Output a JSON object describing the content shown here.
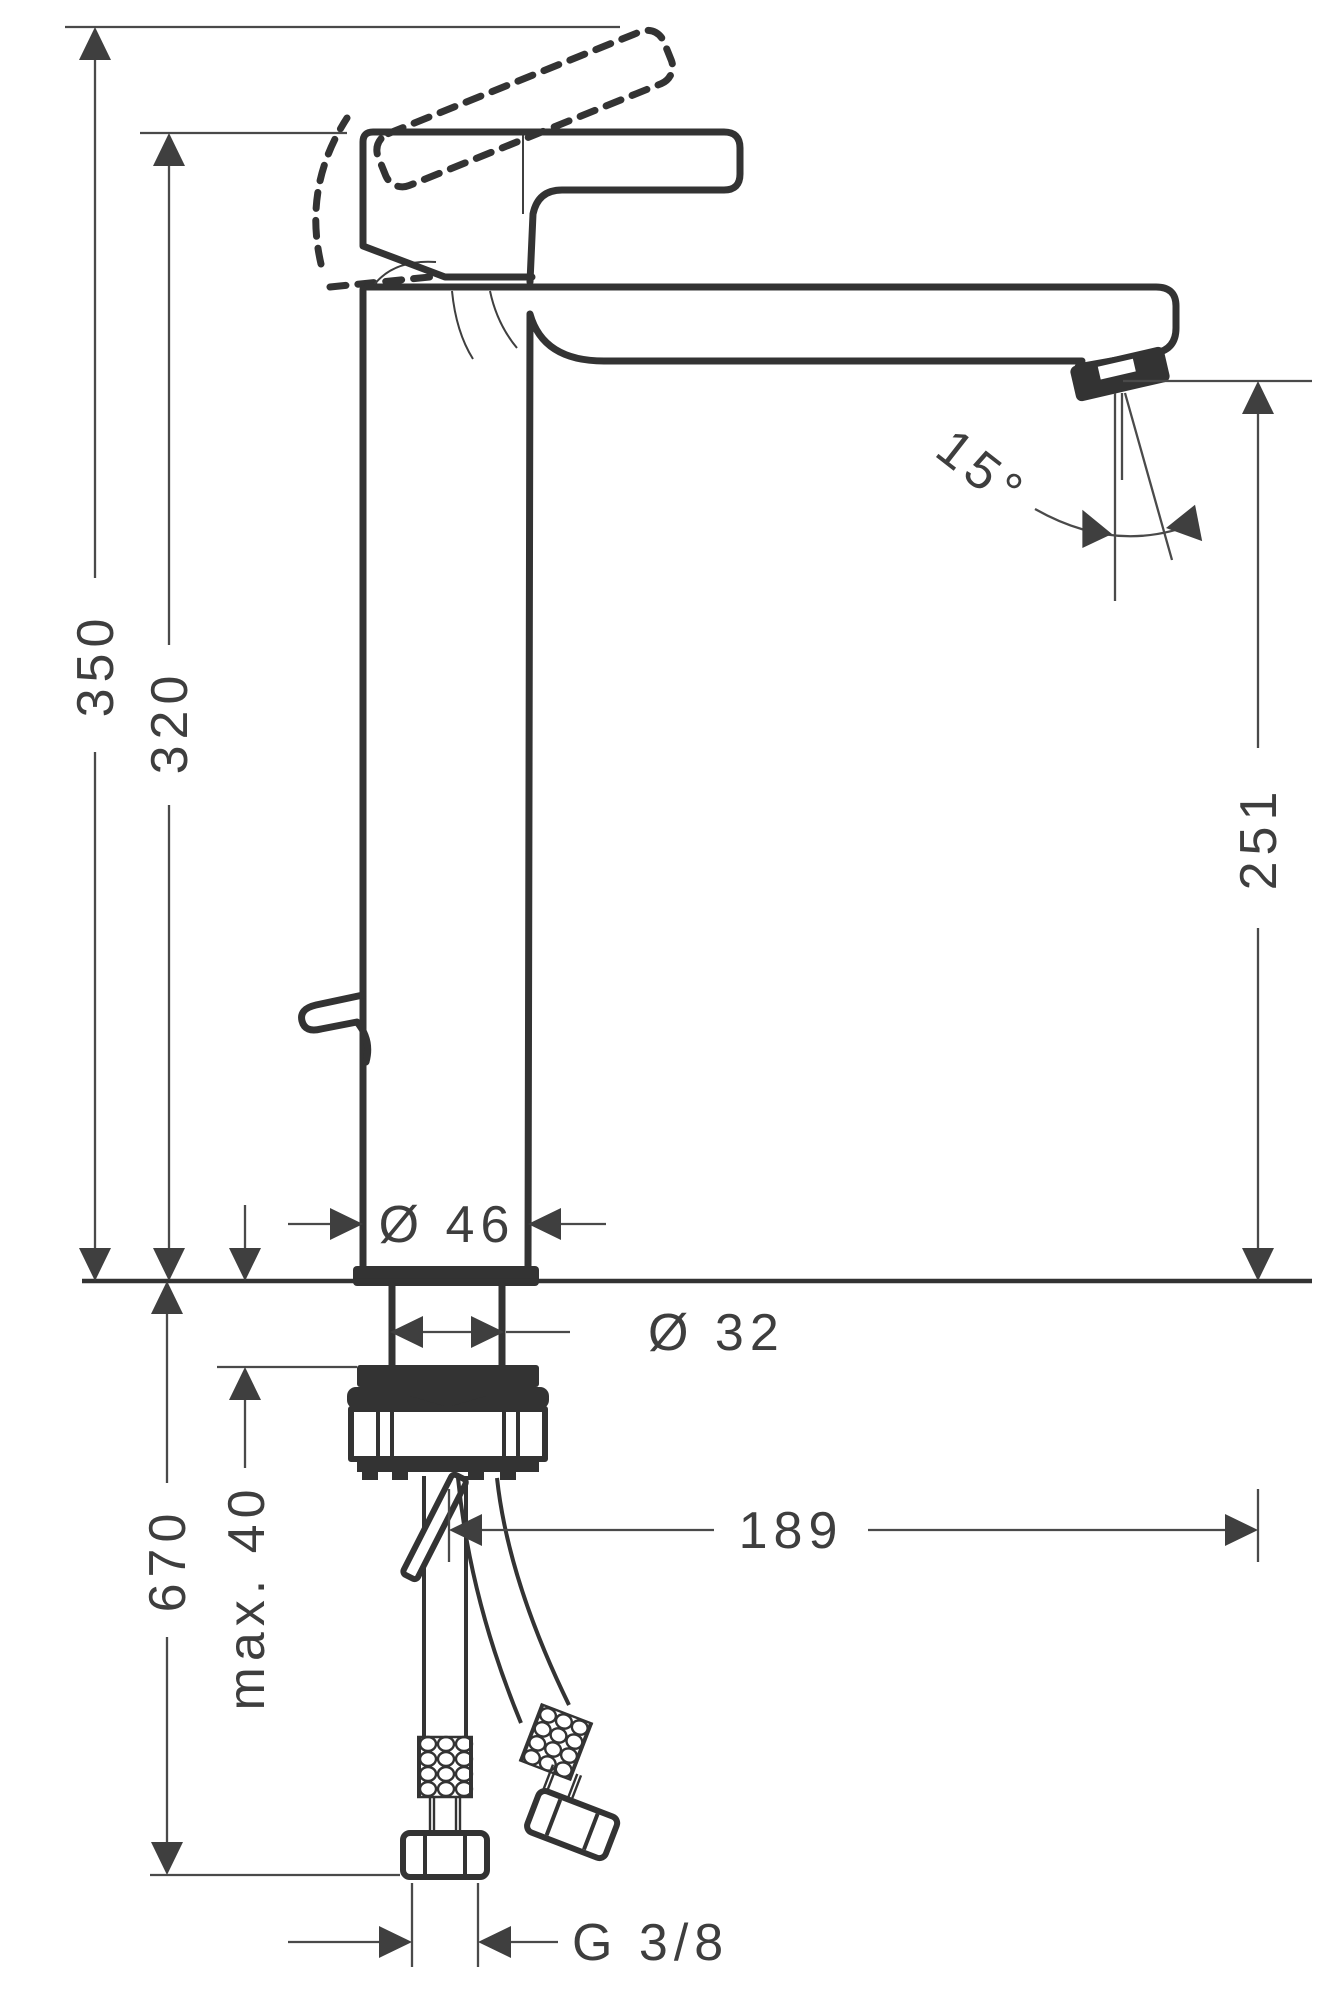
{
  "drawing": {
    "type": "faucet-installation-dimension-drawing",
    "line_color": "#333333",
    "text_color": "#3e3e3e",
    "background": "#ffffff"
  },
  "dims": {
    "d350": {
      "label": "350"
    },
    "d320": {
      "label": "320"
    },
    "d251": {
      "label": "251"
    },
    "angle": {
      "label": "15°"
    },
    "dia46": {
      "label": "Ø 46"
    },
    "dia32": {
      "label": "Ø 32"
    },
    "d670": {
      "label": "670"
    },
    "max40": {
      "label": "max. 40"
    },
    "d189": {
      "label": "189"
    },
    "thread": {
      "label": "G 3/8"
    }
  }
}
